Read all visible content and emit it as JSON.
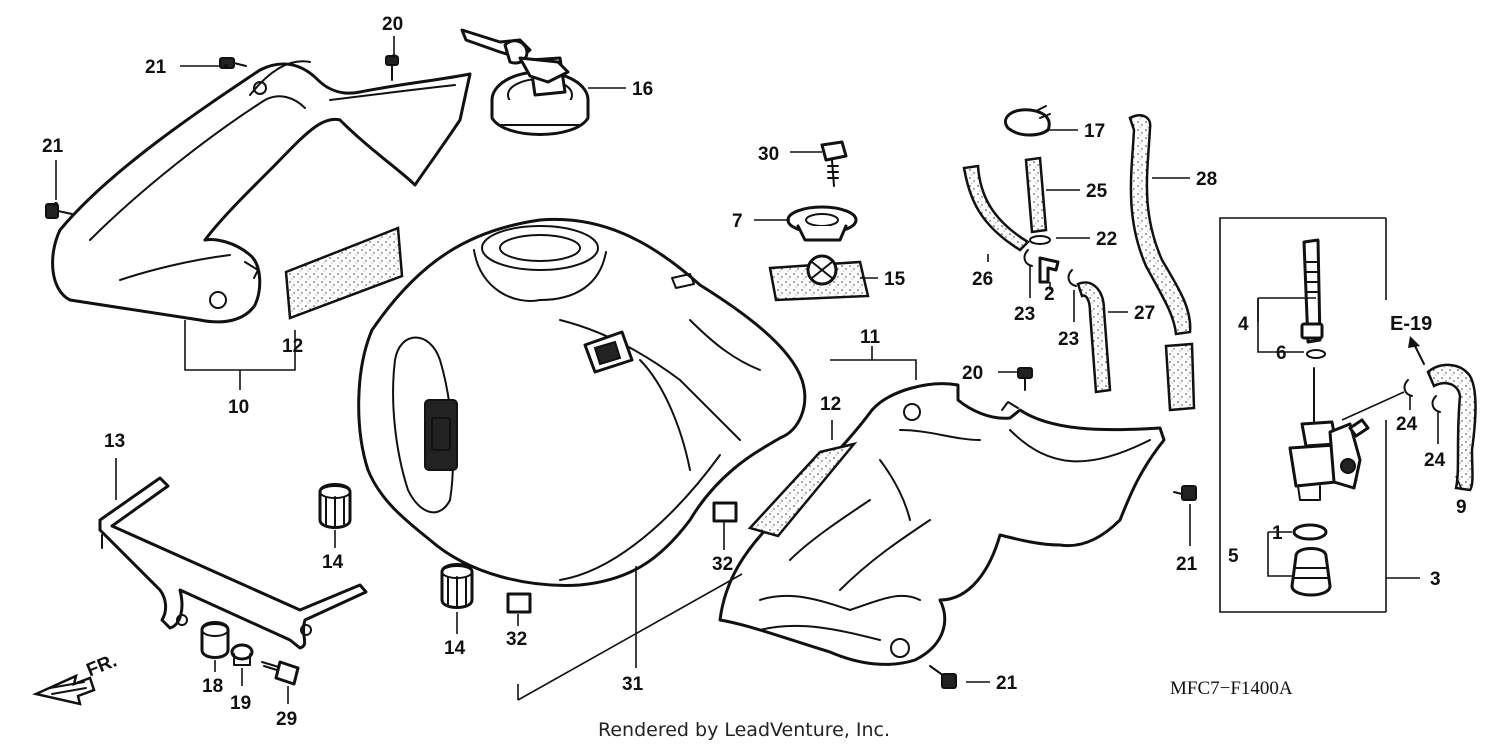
{
  "diagram": {
    "code": "MFC7−F1400A",
    "credit": "Rendered by LeadVenture, Inc.",
    "direction_label": "FR.",
    "reference_label": "E-19",
    "callouts": {
      "c1": "1",
      "c2": "2",
      "c3": "3",
      "c4": "4",
      "c5": "5",
      "c6": "6",
      "c7": "7",
      "c9": "9",
      "c10": "10",
      "c11": "11",
      "c12a": "12",
      "c12b": "12",
      "c13": "13",
      "c14a": "14",
      "c14b": "14",
      "c15": "15",
      "c16": "16",
      "c17": "17",
      "c18": "18",
      "c19": "19",
      "c20a": "20",
      "c20b": "20",
      "c21a": "21",
      "c21b": "21",
      "c21c": "21",
      "c21d": "21",
      "c22": "22",
      "c23a": "23",
      "c23b": "23",
      "c24a": "24",
      "c24b": "24",
      "c25": "25",
      "c26": "26",
      "c27": "27",
      "c28": "28",
      "c29": "29",
      "c30": "30",
      "c31": "31",
      "c32a": "32",
      "c32b": "32"
    }
  }
}
